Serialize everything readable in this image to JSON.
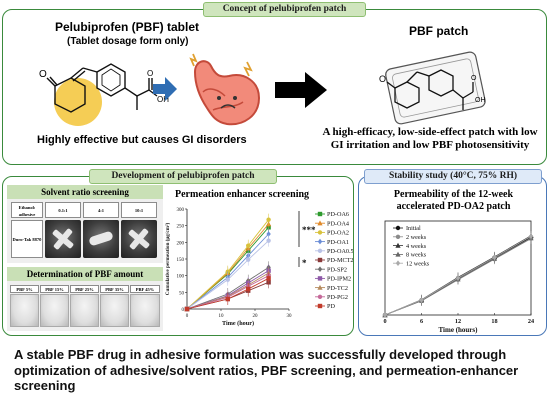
{
  "concept": {
    "header": "Concept of pelubiprofen patch",
    "tablet_title": "Pelubiprofen (PBF) tablet",
    "tablet_subtitle": "(Tablet dosage form only)",
    "tablet_caption": "Highly effective but causes GI disorders",
    "patch_title": "PBF patch",
    "patch_caption_line1": "A high-efficacy, low-side-effect patch with low",
    "patch_caption_line2": "GI irritation and low PBF photosensitivity",
    "oh_label": "OH"
  },
  "development": {
    "header": "Development of pelubiprofen patch",
    "solvent_title": "Solvent ratio screening",
    "solvent_row_label_1": "Ethanol:",
    "solvent_row_label_2": "adhesive",
    "solvent_ratios": [
      "0.1:1",
      "4:1",
      "10:1"
    ],
    "solvent_adhesive": "Duro-Tak 8870",
    "amount_title": "Determination of PBF amount",
    "amount_labels": [
      "PBF 5%",
      "PBF 15%",
      "PBF 25%",
      "PBF 35%",
      "PBF 45%"
    ],
    "permeation_title": "Permeation enhancer screening",
    "sig_triple": "***",
    "sig_single": "*"
  },
  "stability": {
    "header": "Stability study (40°C, 75% RH)",
    "chart_title_line1": "Permeability of the 12-week",
    "chart_title_line2": "accelerated PD-OA2 patch"
  },
  "conclusion": {
    "text": "A stable PBF drug in adhesive formulation was successfully developed through optimization of adhesive/solvent ratios, PBF screening, and permeation-enhancer screening"
  },
  "colors": {
    "panel_border": "#3a8a3c",
    "header_green": "#cfe5bd",
    "header_blue": "#dfeaf8",
    "arrow_blue": "#2f6db3",
    "arrow_black": "#000000"
  },
  "chart_data": [
    {
      "type": "line",
      "ylabel": "Cumulative permeation (μg/cm²)",
      "xlabel": "Time (hour)",
      "x": [
        0,
        12,
        18,
        24
      ],
      "xticks": [
        0,
        10,
        20,
        30
      ],
      "yticks": [
        0,
        50,
        100,
        150,
        200,
        250,
        300
      ],
      "xlim": [
        0,
        30
      ],
      "ylim": [
        0,
        300
      ],
      "legend": "right",
      "series": [
        {
          "name": "PD-OA6",
          "color": "#2e9a2e",
          "marker": "square",
          "values": [
            0,
            105,
            175,
            245
          ]
        },
        {
          "name": "PD-OA4",
          "color": "#e08a2a",
          "marker": "triangle",
          "values": [
            0,
            108,
            182,
            255
          ]
        },
        {
          "name": "PD-OA2",
          "color": "#d8c23c",
          "marker": "circle",
          "values": [
            0,
            112,
            190,
            268
          ]
        },
        {
          "name": "PD-OA1",
          "color": "#6b8dd6",
          "marker": "diamond",
          "values": [
            0,
            95,
            160,
            225
          ]
        },
        {
          "name": "PD-OA0.5",
          "color": "#b9c2e6",
          "marker": "circle",
          "values": [
            0,
            88,
            148,
            205
          ]
        },
        {
          "name": "PD-MCT2",
          "color": "#8a3a3a",
          "marker": "square",
          "values": [
            0,
            30,
            55,
            80
          ]
        },
        {
          "name": "PD-SP2",
          "color": "#6e6e6e",
          "marker": "diamond",
          "values": [
            0,
            45,
            85,
            125
          ]
        },
        {
          "name": "PD-IPM2",
          "color": "#8e5aa8",
          "marker": "square",
          "values": [
            0,
            40,
            78,
            115
          ]
        },
        {
          "name": "PD-TC2",
          "color": "#b58a5e",
          "marker": "triangle",
          "values": [
            0,
            38,
            72,
            108
          ]
        },
        {
          "name": "PD-PG2",
          "color": "#c56a9a",
          "marker": "circle",
          "values": [
            0,
            35,
            68,
            100
          ]
        },
        {
          "name": "PD",
          "color": "#c23b2b",
          "marker": "square",
          "values": [
            0,
            30,
            60,
            92
          ]
        }
      ]
    },
    {
      "type": "line",
      "xlabel": "Time (hours)",
      "x": [
        0,
        6,
        12,
        18,
        24
      ],
      "xticks": [
        0,
        6,
        12,
        18,
        24
      ],
      "xlim": [
        0,
        24
      ],
      "ylim": [
        0,
        320
      ],
      "legend": "top-left",
      "series": [
        {
          "name": "Initial",
          "color": "#111111",
          "marker": "circle",
          "values": [
            0,
            50,
            125,
            195,
            265
          ]
        },
        {
          "name": "2 weeks",
          "color": "#8a8a8a",
          "marker": "circle",
          "values": [
            0,
            48,
            120,
            190,
            260
          ]
        },
        {
          "name": "4 weeks",
          "color": "#333333",
          "marker": "triangle",
          "values": [
            0,
            52,
            128,
            198,
            270
          ]
        },
        {
          "name": "8 weeks",
          "color": "#666666",
          "marker": "triangle",
          "values": [
            0,
            49,
            122,
            192,
            262
          ]
        },
        {
          "name": "12 weeks",
          "color": "#aaaaaa",
          "marker": "diamond",
          "values": [
            0,
            51,
            126,
            196,
            268
          ]
        }
      ]
    }
  ]
}
